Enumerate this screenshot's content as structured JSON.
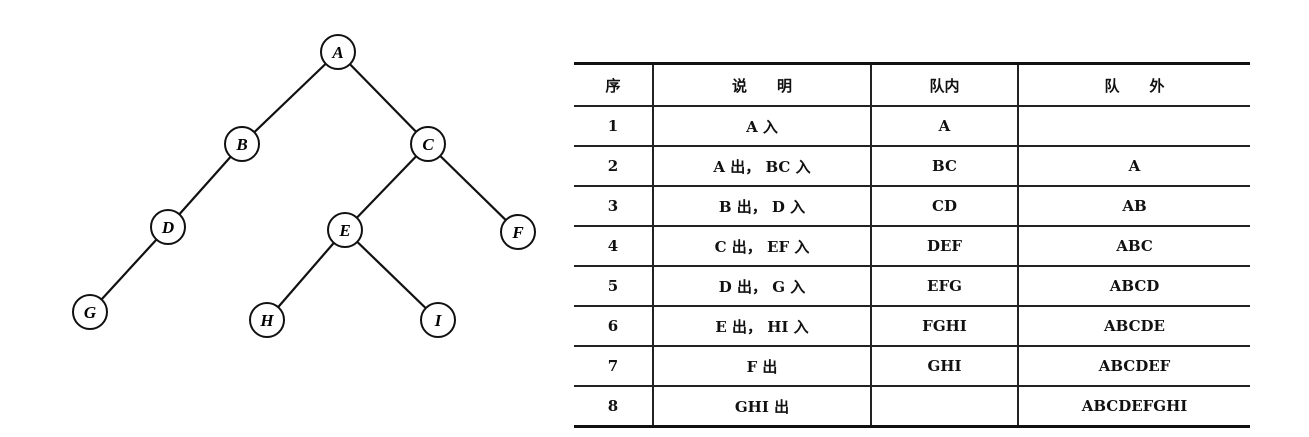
{
  "tree": {
    "nodes": [
      {
        "id": "A",
        "label": "A"
      },
      {
        "id": "B",
        "label": "B"
      },
      {
        "id": "C",
        "label": "C"
      },
      {
        "id": "D",
        "label": "D"
      },
      {
        "id": "E",
        "label": "E"
      },
      {
        "id": "F",
        "label": "F"
      },
      {
        "id": "G",
        "label": "G"
      },
      {
        "id": "H",
        "label": "H"
      },
      {
        "id": "I",
        "label": "I"
      }
    ],
    "edges": [
      [
        "A",
        "B"
      ],
      [
        "A",
        "C"
      ],
      [
        "B",
        "D"
      ],
      [
        "C",
        "E"
      ],
      [
        "C",
        "F"
      ],
      [
        "D",
        "G"
      ],
      [
        "E",
        "H"
      ],
      [
        "E",
        "I"
      ]
    ]
  },
  "table": {
    "headers": [
      "序",
      "说　　明",
      "队内",
      "队　　外"
    ],
    "rows": [
      [
        "1",
        "A 入",
        "A",
        ""
      ],
      [
        "2",
        "A 出， BC 入",
        "BC",
        "A"
      ],
      [
        "3",
        "B 出， D 入",
        "CD",
        "AB"
      ],
      [
        "4",
        "C 出， EF 入",
        "DEF",
        "ABC"
      ],
      [
        "5",
        "D 出， G 入",
        "EFG",
        "ABCD"
      ],
      [
        "6",
        "E 出， HI 入",
        "FGHI",
        "ABCDE"
      ],
      [
        "7",
        "F 出",
        "GHI",
        "ABCDEF"
      ],
      [
        "8",
        "GHI 出",
        "",
        "ABCDEFGHI"
      ]
    ]
  }
}
